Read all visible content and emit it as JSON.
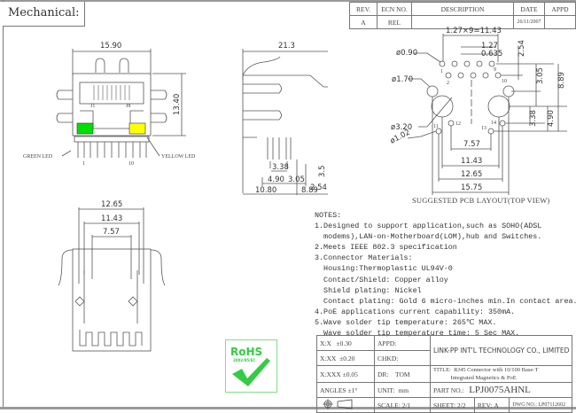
{
  "header": {
    "section_title": "Mechanical:"
  },
  "revision_table": {
    "headers": [
      "REV.",
      "ECN NO.",
      "DESCRIPTION",
      "DATE",
      "APPD"
    ],
    "rows": [
      [
        "A",
        "REL",
        "",
        "26/11/2007",
        ""
      ]
    ]
  },
  "front_view": {
    "width_dim": "15.90",
    "height_dim": "13.40",
    "pin_labels": [
      "J1",
      "J8"
    ],
    "bottom_pin_labels": [
      "1",
      "10"
    ],
    "green_led_label": "GREEN LED",
    "yellow_led_label": "YELLOW LED",
    "green_led_color": "#00e000",
    "yellow_led_color": "#ffff00"
  },
  "side_view": {
    "length_dim": "21.3",
    "dims": [
      "3.5",
      "3.38",
      "2.54",
      "4.90",
      "3.05",
      "10.80",
      "8.89"
    ]
  },
  "bottom_view": {
    "dims": [
      "12.65",
      "11.43",
      "7.57"
    ]
  },
  "pcb_layout": {
    "pitch_dim": "1.27×9=11.43",
    "dims_top": [
      "1.27",
      "0.635"
    ],
    "dims_right": [
      "2.54",
      "3.05",
      "8.89",
      "3.38",
      "4.90"
    ],
    "hole_dims": [
      "ø0.90",
      "ø1.70",
      "ø3.20",
      "ø1.02"
    ],
    "dims_bottom": [
      "7.57",
      "11.43",
      "12.65",
      "15.75"
    ],
    "pin_numbers": [
      "1",
      "2",
      "9",
      "10",
      "11",
      "12",
      "13",
      "14"
    ],
    "caption": "SUGGESTED PCB LAYOUT(TOP VIEW)"
  },
  "notes": {
    "heading": "NOTES:",
    "lines": [
      "1.Designed to support application,such as SOHO(ADSL",
      "  modems),LAN-on-Motherboard(LOM),hub and Switches.",
      "2.Meets IEEE 802.3 specification",
      "3.Connector Materials:",
      "  Housing:Thermoplastic UL94V-0",
      "  Contact/Shield: Copper alloy",
      "  Shield plating: Nickel",
      "  Contact plating: Gold 6 micro-inches min.In contact area.",
      "4.PoE applications current capability: 350mA.",
      "5.Wave solder tip temperature: 265℃ MAX.",
      "  Wave solder tip temperature time: 5 Sec MAX."
    ]
  },
  "rohs": {
    "label": "RoHS",
    "sub": "2002/95/EC",
    "color": "#33cc44"
  },
  "title_block": {
    "tol1": "X:X",
    "tol1_val": "±0.30",
    "tol2": "X:XX",
    "tol2_val": "±0.20",
    "tol3": "X:XXX",
    "tol3_val": "±0.05",
    "angles": "ANGLES ±1°",
    "appd": "APPD:",
    "chkd": "CHKD:",
    "dr": "DR:",
    "dr_val": "TOM",
    "unit": "UNIT:",
    "unit_val": "mm",
    "company": "LINK-PP INT'L TECHNOLOGY CO., LIMITED",
    "title_label": "TITLE:",
    "title_line1": "RJ45 Connector with 10/100 Base-T",
    "title_line2": "Integrated Magnetics & PoE",
    "part_label": "PART NO.:",
    "part_no": "LPJ0075AHNL",
    "scale_label": "SCALE:",
    "scale": "2/1",
    "sheet_label": "SHEET:",
    "sheet": "2/2",
    "rev_label": "REV:",
    "rev": "A",
    "dwg_label": "DWG NO.:",
    "dwg_no": "LP07112602"
  }
}
